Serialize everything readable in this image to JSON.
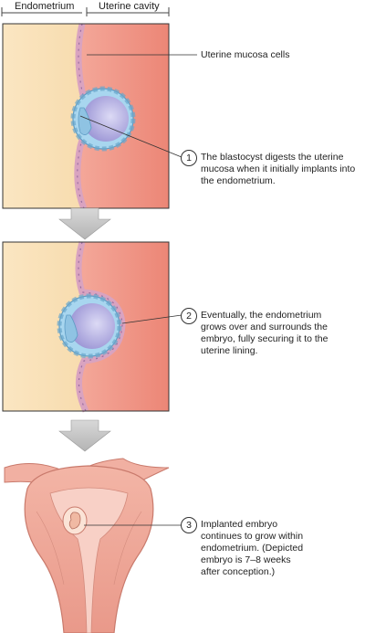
{
  "header": {
    "left_label": "Endometrium",
    "right_label": "Uterine cavity"
  },
  "labels": {
    "mucosa": "Uterine mucosa cells"
  },
  "steps": [
    {
      "number": "1",
      "lines": [
        "The blastocyst digests the uterine",
        "mucosa when it initially implants into",
        "the endometrium."
      ]
    },
    {
      "number": "2",
      "lines": [
        "Eventually, the endometrium",
        "grows over and surrounds the",
        "embryo, fully securing it to the",
        "uterine lining."
      ]
    },
    {
      "number": "3",
      "lines": [
        "Implanted embryo",
        "continues to grow within",
        "endometrium. (Depicted",
        "embryo is 7–8 weeks",
        "after conception.)"
      ]
    }
  ],
  "colors": {
    "endometrium": "#f5d7a6",
    "cavity": "#ef8f80",
    "cell_wall": "#d9a3c0",
    "blastocyst": "#b9b5e6",
    "trophoblast": "#a8d6ef",
    "arrow": "#c8c8c8"
  }
}
